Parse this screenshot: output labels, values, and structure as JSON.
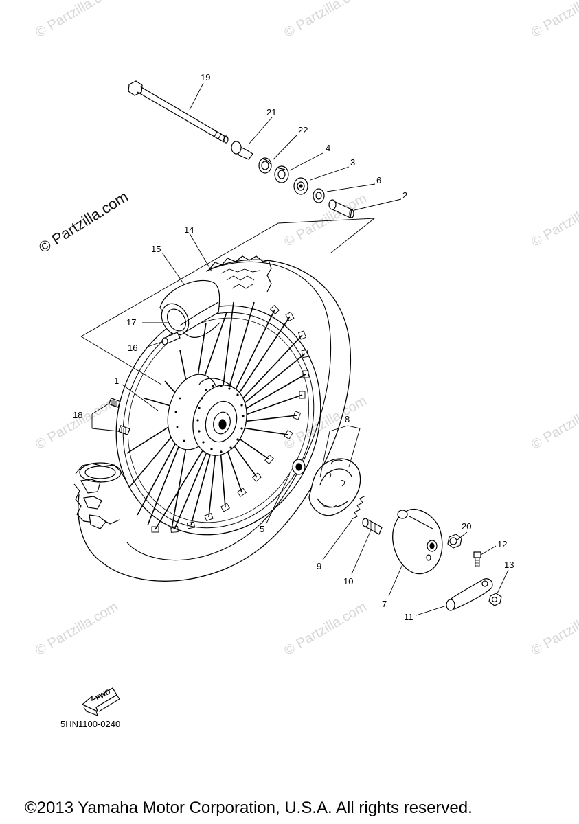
{
  "watermark": {
    "small": "© Partzilla.com",
    "large": "© Partzilla.com"
  },
  "labels": {
    "19": "19",
    "21": "21",
    "22": "22",
    "4": "4",
    "3": "3",
    "6": "6",
    "2": "2",
    "14": "14",
    "15": "15",
    "17": "17",
    "16": "16",
    "1": "1",
    "18": "18",
    "8": "8",
    "5": "5",
    "9": "9",
    "10": "10",
    "7": "7",
    "20": "20",
    "12": "12",
    "13": "13",
    "11": "11"
  },
  "fwd_arrow": {
    "text": "FWD"
  },
  "diagram_code": "5HN1100-0240",
  "copyright": "©2013 Yamaha Motor Corporation, U.S.A. All rights reserved."
}
